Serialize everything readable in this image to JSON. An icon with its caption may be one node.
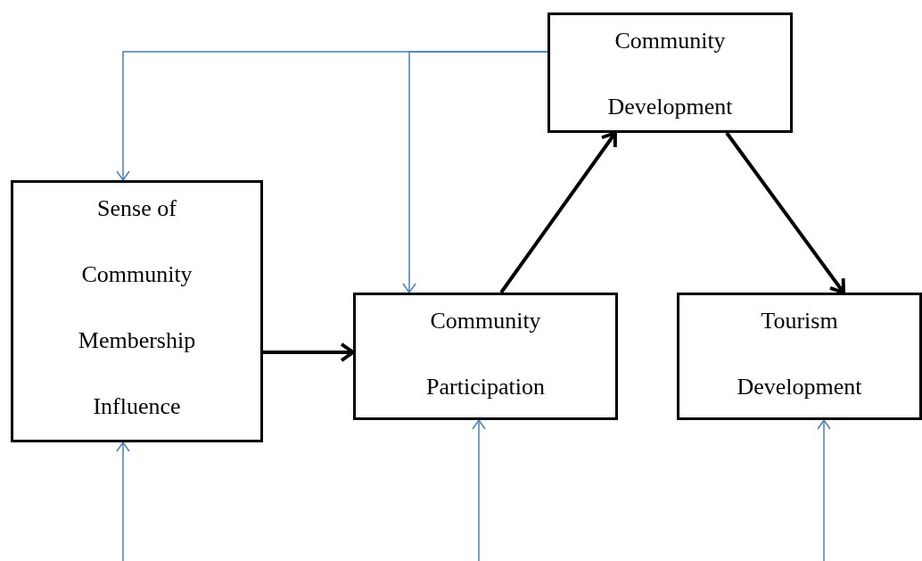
{
  "diagram": {
    "nodes": [
      {
        "text": [
          "Sense of Community Membership Influence"
        ]
      },
      {
        "text": [
          "Community Participation"
        ]
      },
      {
        "text": [
          "Community Development"
        ]
      },
      {
        "text": [
          "Tourism Development"
        ]
      }
    ],
    "edges": [
      {
        "from": 0,
        "to": 1,
        "arrow": "to",
        "style": "thick",
        "color": "#000000"
      },
      {
        "from": 1,
        "to": 2,
        "arrow": "to",
        "style": "thick",
        "color": "#000000"
      },
      {
        "from": 2,
        "to": 3,
        "arrow": "to",
        "style": "thick",
        "color": "#000000"
      },
      {
        "from": 2,
        "to": 0,
        "arrow": "to"
      },
      {
        "from": 2,
        "to": 1,
        "arrow": "to"
      },
      {
        "from": null,
        "to": 0,
        "arrow": "to"
      },
      {
        "from": null,
        "to": 1,
        "arrow": "to"
      },
      {
        "from": null,
        "to": 3,
        "arrow": "to"
      }
    ]
  }
}
